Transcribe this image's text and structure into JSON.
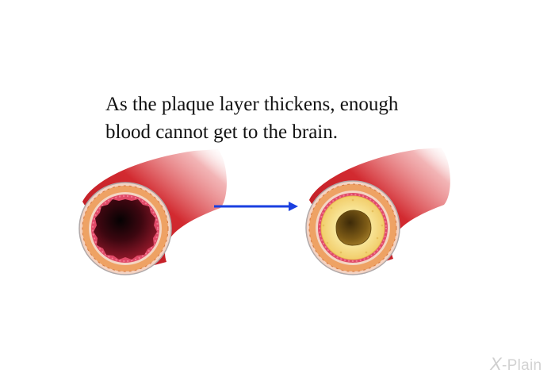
{
  "caption": {
    "line1": "As the plaque layer thickens, enough",
    "line2": "blood cannot get to the brain."
  },
  "colors": {
    "vessel_red": "#c8202a",
    "vessel_dark": "#8e1016",
    "wall_orange": "#f0a060",
    "inner_pink": "#e14a6a",
    "plaque_yellow": "#f5dc80",
    "arrow_blue": "#1a3fe0",
    "logo_gray": "#d2d2d2"
  },
  "icons": {
    "left": "healthy-artery-cross-section",
    "right": "narrowed-artery-cross-section",
    "middle": "arrow-right-icon"
  },
  "logo": {
    "mark": "X",
    "text": "-Plain"
  }
}
